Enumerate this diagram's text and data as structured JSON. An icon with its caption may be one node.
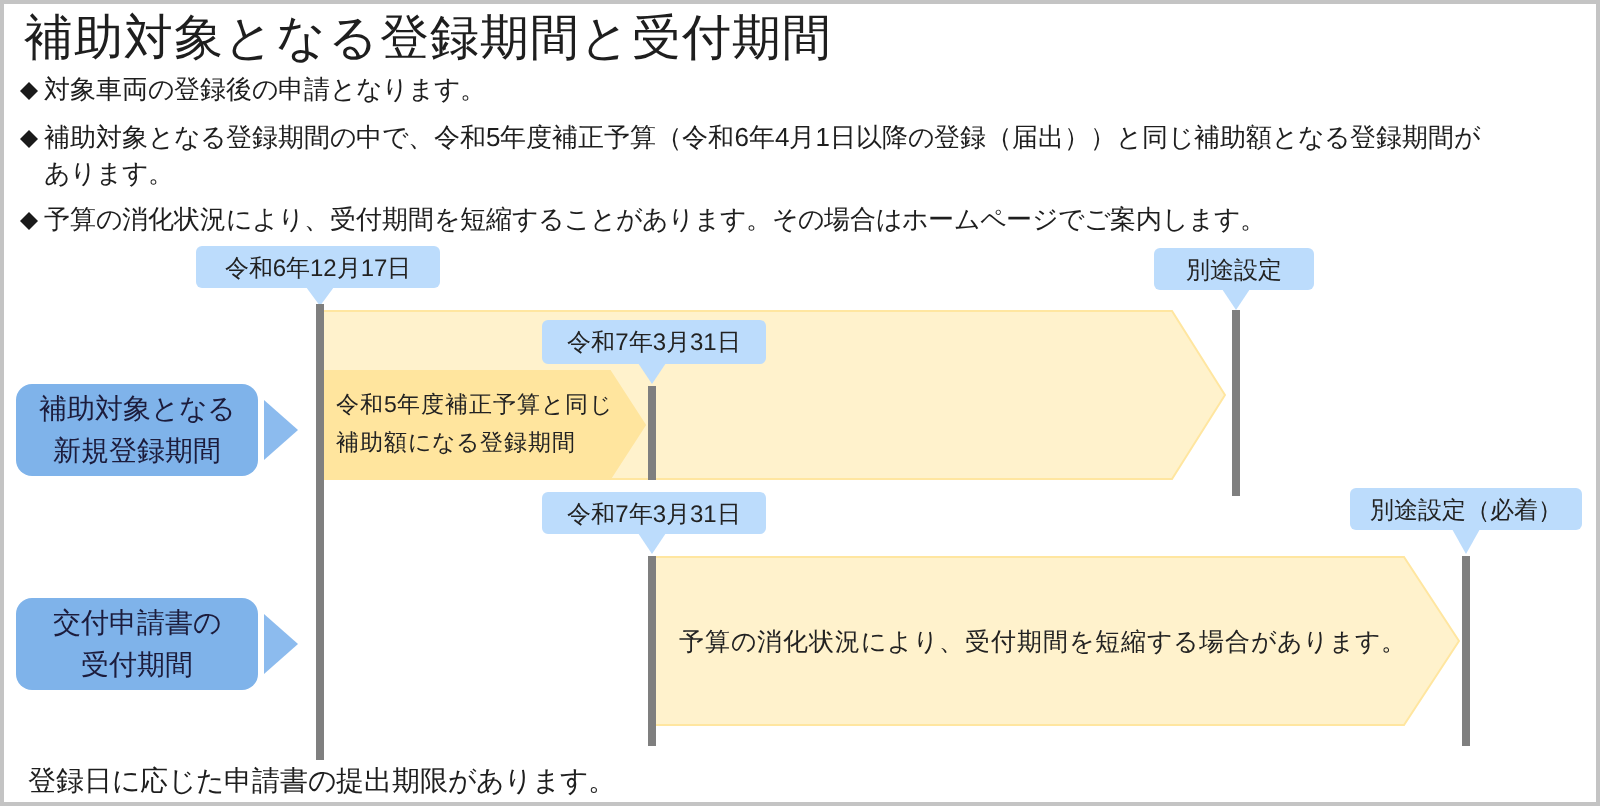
{
  "diagram": {
    "title": "補助対象となる登録期間と受付期間",
    "nodes": [
      {
        "text": [
          "令和6年12月17日"
        ]
      },
      {
        "text": [
          "別途設定"
        ]
      },
      {
        "text": [
          "補助対象となる新規登録期間"
        ]
      },
      {
        "text": [],
        "shape": "arrow"
      },
      {
        "text": [
          "令和7年3月31日"
        ],
        "in": 3
      },
      {
        "text": [
          "令和5年度補正予算と同じ補助額になる登録期間"
        ],
        "in": 3
      },
      {
        "text": [
          "令和7年3月31日"
        ]
      },
      {
        "text": [
          "別途設定（必着）"
        ]
      },
      {
        "text": [
          "交付申請書の受付期間"
        ]
      },
      {
        "text": [
          "予算の消化状況により、受付期間を短縮する場合があります。"
        ]
      }
    ],
    "labels": [
      "対象車両の登録後の申請となります。",
      "補助対象となる登録期間の中で、令和5年度補正予算（令和6年4月1日以降の登録（届出））と同じ補助額となる登録期間があります。",
      "予算の消化状況により、受付期間を短縮することがあります。その場合はホームページでご案内します。",
      "登録日に応じた申請書の提出期限があります。"
    ]
  }
}
